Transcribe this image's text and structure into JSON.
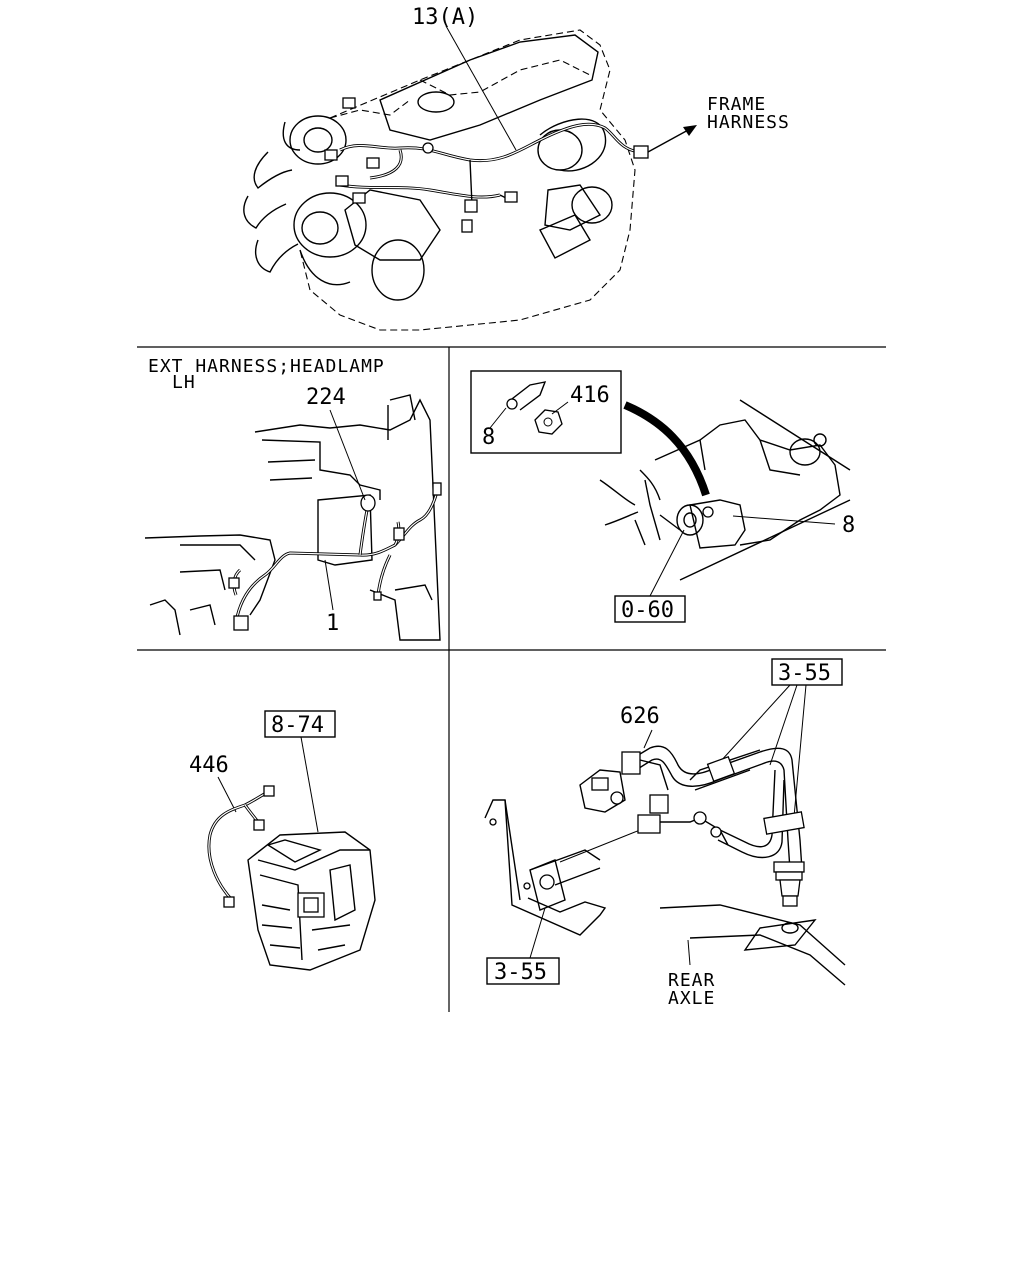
{
  "panels": {
    "engine": {
      "callout_13a": "13(A)",
      "frame_line1": "FRAME",
      "frame_line2": "HARNESS"
    },
    "headlamp": {
      "title_line1": "EXT HARNESS;HEADLAMP",
      "title_line2": "LH",
      "callout_224": "224",
      "callout_1": "1"
    },
    "starter": {
      "callout_416": "416",
      "callout_8_inset": "8",
      "callout_8_main": "8",
      "ref_0_60": "0-60"
    },
    "heater": {
      "ref_8_74": "8-74",
      "callout_446": "446"
    },
    "axle": {
      "ref_3_55_top": "3-55",
      "callout_626": "626",
      "ref_3_55_bottom": "3-55",
      "rear_line1": "REAR",
      "rear_line2": "AXLE"
    }
  }
}
